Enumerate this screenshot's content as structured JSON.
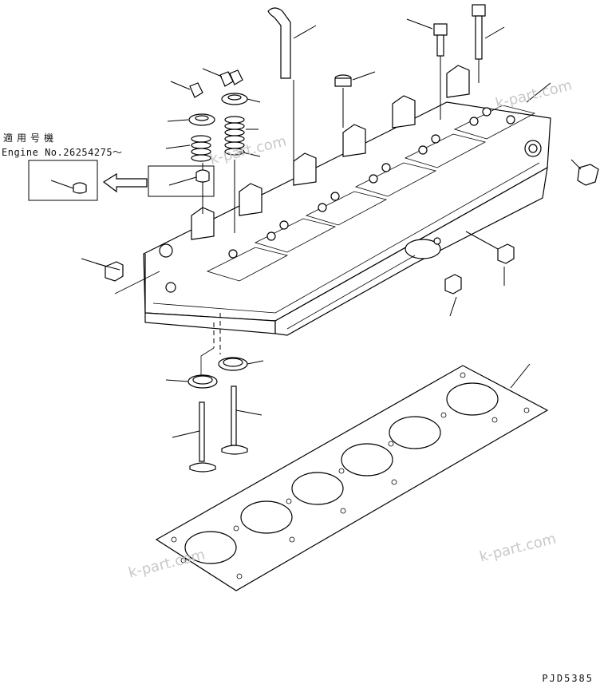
{
  "annotations": {
    "applicable_label": "適用号機",
    "engine_serial": "Engine No.26254275～",
    "drawing_code": "PJD5385"
  },
  "watermark": "k-part.com",
  "icons": {
    "arrow": "left-arrow-icon"
  }
}
